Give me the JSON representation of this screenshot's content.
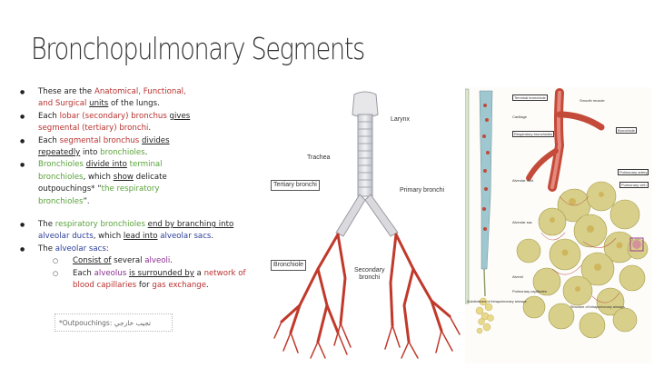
{
  "title": "Bronchopulmonary Segments",
  "bullets": [
    {
      "segs": [
        {
          "t": "These are the "
        },
        {
          "t": "Anatomical, Functional,",
          "c": "red"
        },
        {
          "br": true
        },
        {
          "t": "and Surgical",
          "c": "red"
        },
        {
          "t": " "
        },
        {
          "t": "units",
          "u": true
        },
        {
          "t": " of the lungs."
        }
      ]
    },
    {
      "segs": [
        {
          "t": "Each "
        },
        {
          "t": "lobar (secondary) bronchus",
          "c": "red"
        },
        {
          "t": " "
        },
        {
          "t": "gives",
          "u": true
        },
        {
          "br": true
        },
        {
          "t": "segmental (tertiary) bronchi",
          "c": "red"
        },
        {
          "t": "."
        }
      ]
    },
    {
      "segs": [
        {
          "t": "Each "
        },
        {
          "t": "segmental bronchus",
          "c": "red"
        },
        {
          "t": " "
        },
        {
          "t": "divides",
          "u": true
        },
        {
          "br": true
        },
        {
          "t": "repeatedly",
          "u": true
        },
        {
          "t": " into "
        },
        {
          "t": "bronchioles",
          "c": "grn"
        },
        {
          "t": "."
        }
      ]
    },
    {
      "segs": [
        {
          "t": "Bronchioles",
          "c": "grn"
        },
        {
          "t": " "
        },
        {
          "t": "divide into",
          "u": true
        },
        {
          "t": " "
        },
        {
          "t": "terminal",
          "c": "grn"
        },
        {
          "br": true
        },
        {
          "t": "bronchioles",
          "c": "grn"
        },
        {
          "t": ", which "
        },
        {
          "t": "show",
          "u": true
        },
        {
          "t": " delicate"
        },
        {
          "br": true
        },
        {
          "t": "outpouchings* “"
        },
        {
          "t": "the respiratory",
          "c": "grn"
        },
        {
          "br": true
        },
        {
          "t": "bronchioles",
          "c": "grn"
        },
        {
          "t": "”."
        }
      ]
    },
    {
      "gap": true
    },
    {
      "segs": [
        {
          "t": "The "
        },
        {
          "t": "respiratory bronchioles",
          "c": "grn"
        },
        {
          "t": " "
        },
        {
          "t": "end by branching into",
          "u": true
        },
        {
          "br": true
        },
        {
          "t": "alveolar ducts",
          "c": "blu"
        },
        {
          "t": ", which "
        },
        {
          "t": "lead into",
          "u": true
        },
        {
          "t": " "
        },
        {
          "t": "alveolar sacs",
          "c": "blu"
        },
        {
          "t": "."
        }
      ]
    },
    {
      "segs": [
        {
          "t": "The "
        },
        {
          "t": "alveolar sacs",
          "c": "blu"
        },
        {
          "t": ":"
        }
      ]
    },
    {
      "sub": true,
      "segs": [
        {
          "t": "Consist of",
          "u": true
        },
        {
          "t": " several "
        },
        {
          "t": "alveoli",
          "c": "pur"
        },
        {
          "t": "."
        }
      ]
    },
    {
      "sub": true,
      "segs": [
        {
          "t": "Each "
        },
        {
          "t": "alveolus",
          "c": "pur"
        },
        {
          "t": " "
        },
        {
          "t": "is surrounded by",
          "u": true
        },
        {
          "t": " a "
        },
        {
          "t": "network of",
          "c": "red"
        },
        {
          "br": true
        },
        {
          "t": "blood capillaries",
          "c": "red"
        },
        {
          "t": " for "
        },
        {
          "t": "gas exchange",
          "c": "red"
        },
        {
          "t": "."
        }
      ]
    }
  ],
  "footnote": "*Outpouchings: تجيب خارجي",
  "colors": {
    "red": "#b8312f",
    "green": "#5aa33b",
    "blue": "#2f3f9a",
    "purple": "#8a2f8f"
  },
  "diagram": {
    "larynx": "Larynx",
    "trachea": "Trachea",
    "tertiary": "Tertiary bronchi",
    "primary": "Primary bronchi",
    "bronchiole": "Bronchiole",
    "secondary_1": "Secondary",
    "secondary_2": "bronchi"
  },
  "right_figure": {
    "t1": "Terminal bronchiole",
    "t2": "Cartilage",
    "t3": "Respiratory bronchioles",
    "t4": "Alveolar duct",
    "t5": "Alveolar sac",
    "t6": "Alveoli",
    "t7": "Pulmonary capillaries",
    "t8": "Bronchiole",
    "t9": "Smooth muscle",
    "t10": "Pulmonary artery",
    "t11": "Pulmonary vein",
    "caption1": "Subdivisions of intrapulmonary airways",
    "caption2": "Structure of intrapulmonary airways"
  }
}
